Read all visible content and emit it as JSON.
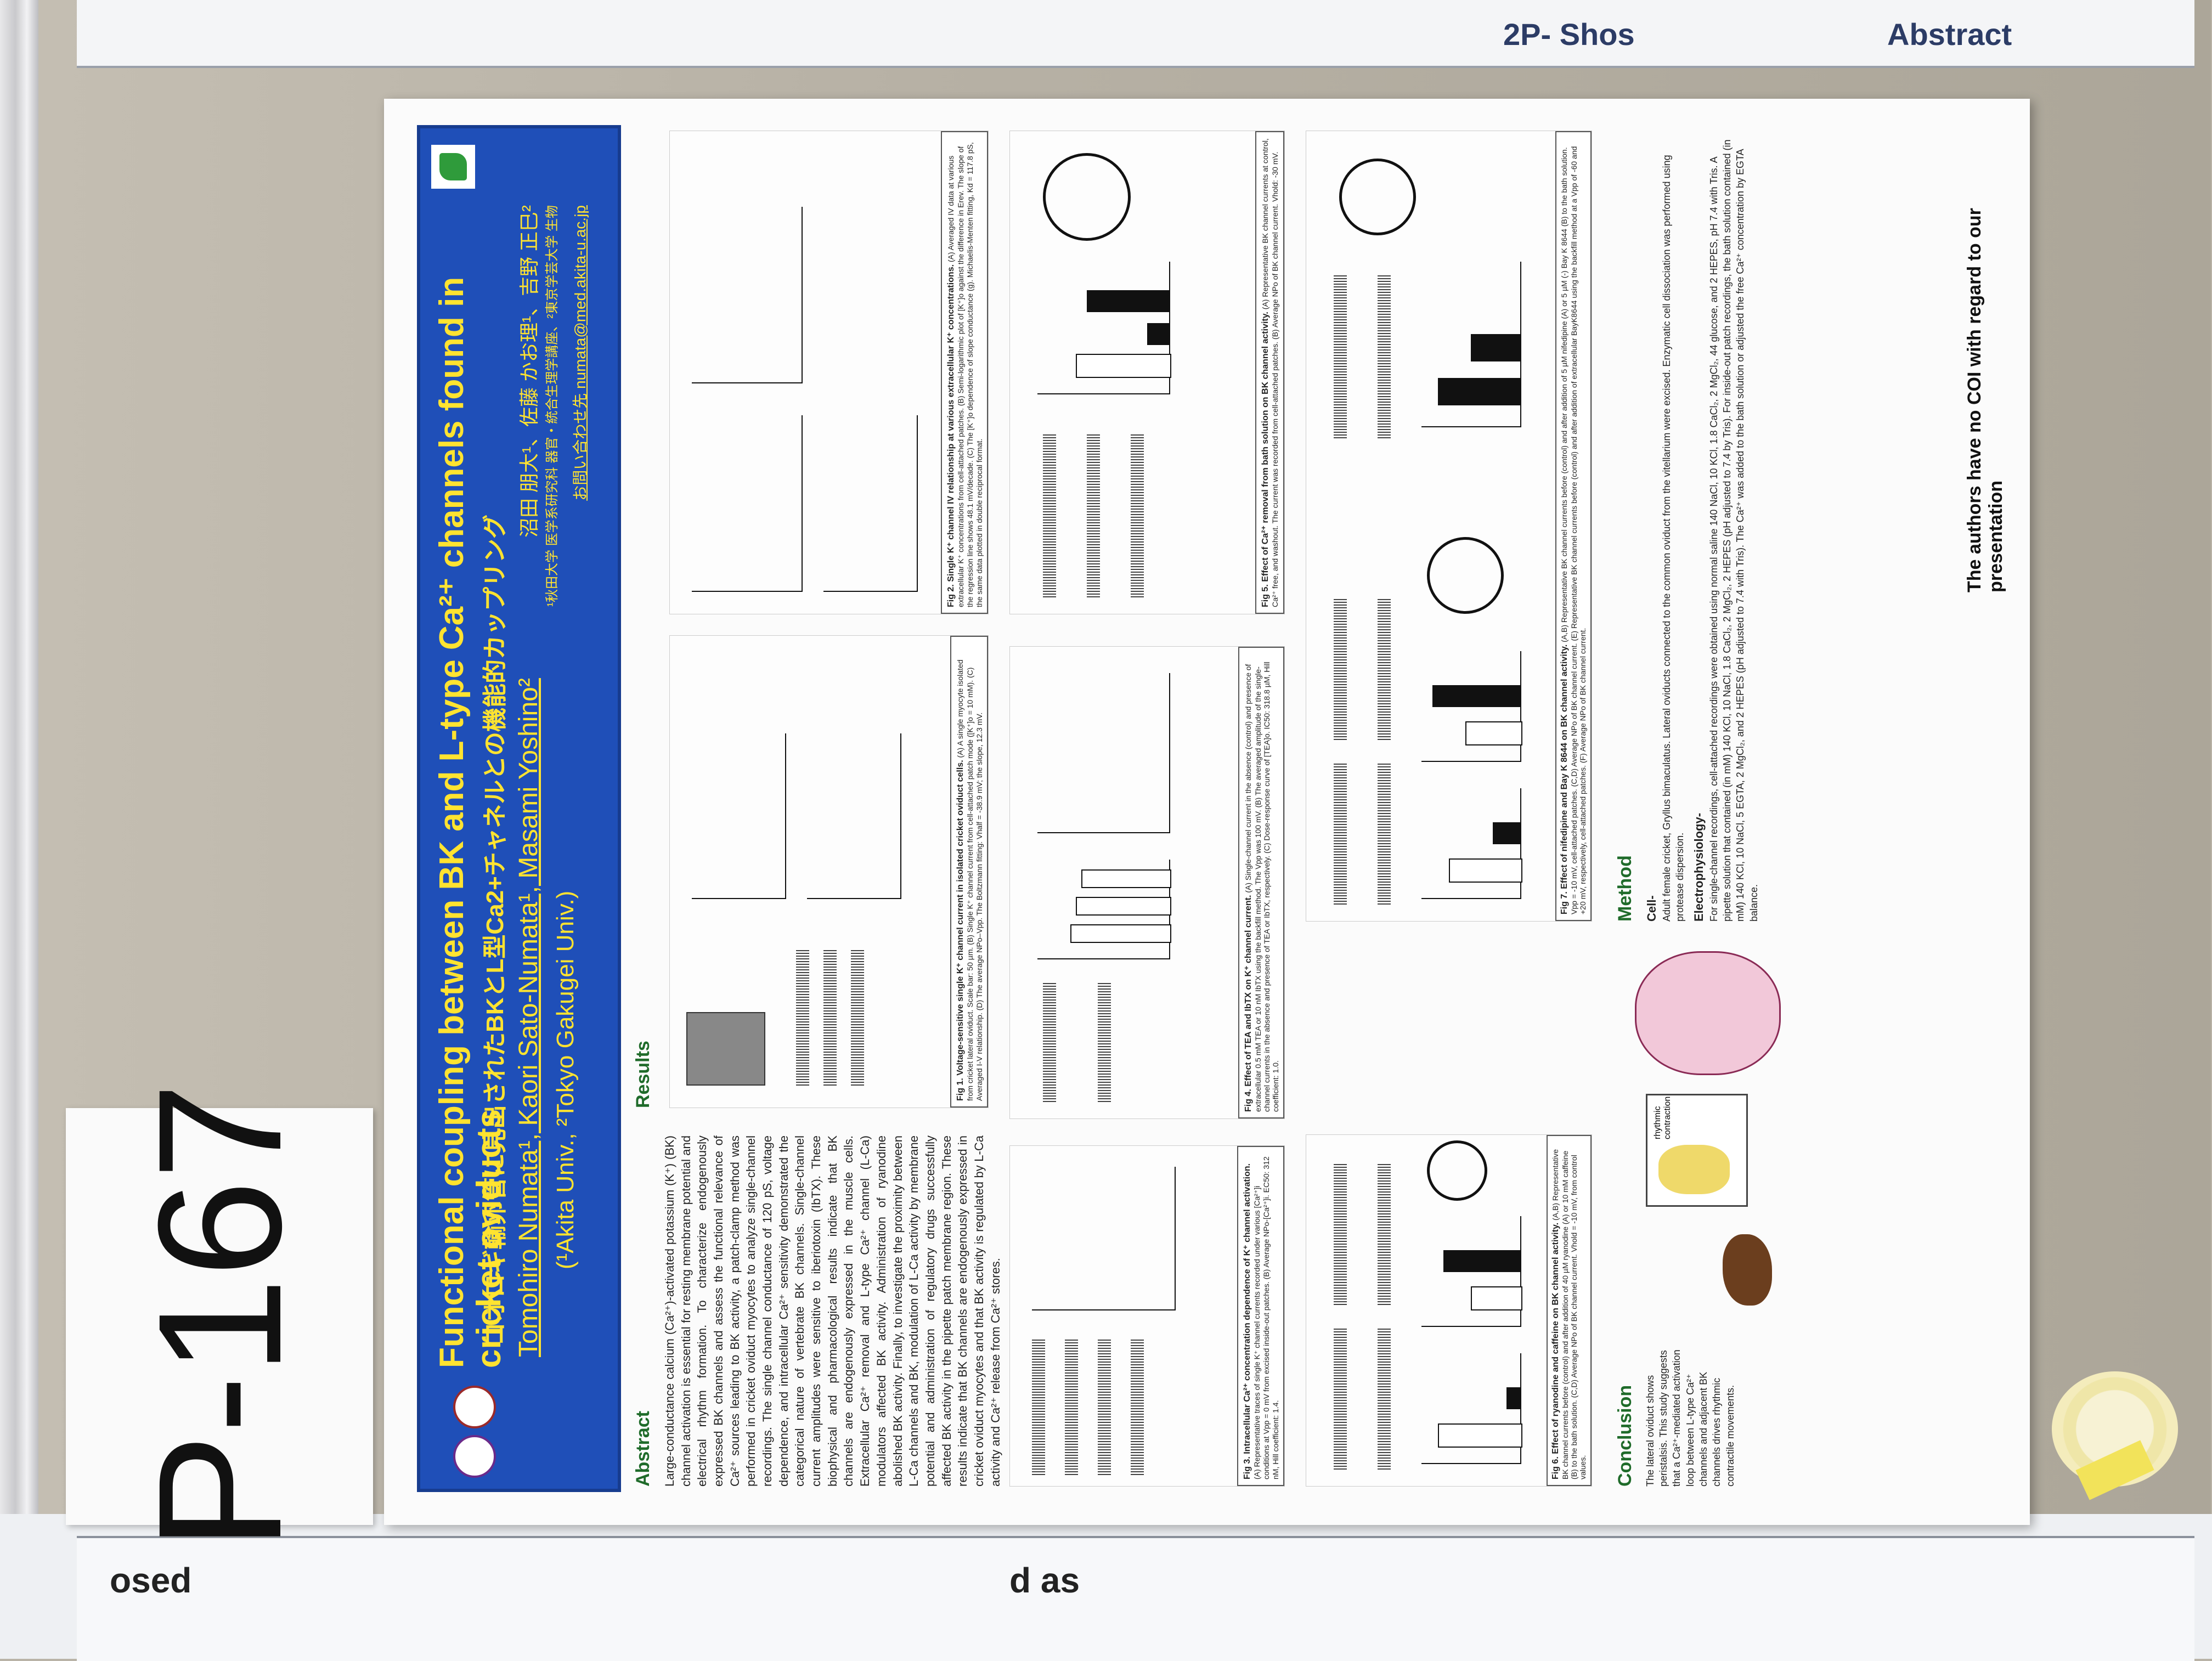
{
  "card": {
    "number": "P-167"
  },
  "poster": {
    "title": "Functional coupling between BK and L-type Ca²⁺ channels found in cricket oviducts",
    "subtitle_jp": "コオロギ輸卵管に見出されたBKとL型Ca2+チャネルとの機能的カップリング",
    "authors": "Tomohiro Numata¹, Kaori Sato-Numata¹, Masami Yoshino²",
    "affiliations": "(¹Akita Univ., ²Tokyo Gakugei Univ.)",
    "authors_jp": "沼田 朋大¹、佐藤 かお理¹、吉野 正巳²",
    "affil_jp": "¹秋田大学 医学系研究科 器官・統合生理学講座、²東京学芸大学 生物",
    "contact": "お問い合わせ先 numata@med.akita-u.ac.jp",
    "abstract_head": "Abstract",
    "abstract_text": "Large-conductance calcium (Ca²⁺)-activated potassium (K⁺) (BK) channel activation is essential for resting membrane potential and electrical rhythm formation. To characterize endogenously expressed BK channels and assess the functional relevance of Ca²⁺ sources leading to BK activity, a patch-clamp method was performed in cricket oviduct myocytes to analyze single-channel recordings. The single channel conductance of 120 pS, voltage dependence, and intracellular Ca²⁺ sensitivity demonstrated the categorical nature of vertebrate BK channels. Single-channel current amplitudes were sensitive to iberiotoxin (IbTX). These biophysical and pharmacological results indicate that BK channels are endogenously expressed in the muscle cells. Extracellular Ca²⁺ removal and L-type Ca²⁺ channel (L-Ca) modulators affected BK activity. Administration of ryanodine abolished BK activity. Finally, to investigate the proximity between L-Ca channels and BK, modulation of L-Ca activity by membrane potential and administration of regulatory drugs successfully affected BK activity in the pipette patch membrane region. These results indicate that BK channels are endogenously expressed in cricket oviduct myocytes and that BK activity is regulated by L-Ca activity and Ca²⁺ release from Ca²⁺ stores.",
    "results_head": "Results",
    "method_head": "Method",
    "conclusion_head": "Conclusion",
    "conclusion_text": "The lateral oviduct shows peristalsis. This study suggests that a Ca²⁺-mediated activation loop between L-type Ca²⁺ channels and adjacent BK channels drives rhythmic contractile movements.",
    "method_cell_label": "Cell-",
    "method_cell_text": "Adult female cricket, Gryllus bimaculatus. Lateral oviducts connected to the common oviduct from the vitellarium were excised. Enzymatic cell dissociation was performed using protease dispersion.",
    "method_electro_label": "Electrophysiology-",
    "method_electro_text": "For single-channel recordings, cell-attached recordings were obtained using normal saline 140 NaCl, 10 KCl, 1.8 CaCl₂, 2 MgCl₂, 44 glucose, and 2 HEPES, pH 7.4 with Tris. A pipette solution that contained (in mM) 140 KCl, 10 NaCl, 1.8 CaCl₂, 2 MgCl₂, 2 HEPES (pH adjusted to 7.4 by Tris). For inside-out patch recordings, the bath solution contained (in mM) 140 KCl, 10 NaCl, 5 EGTA, 2 MgCl₂, and 2 HEPES (pH adjusted to 7.4 with Tris). The Ca²⁺ was added to the bath solution or adjusted the free Ca²⁺ concentration by EGTA balance.",
    "schematic_label": "rhythmic contraction",
    "coi": "The authors have no COI with regard to our presentation",
    "figures": [
      {
        "id": "fig1",
        "title": "Fig 1. Voltage-sensitive single K⁺ channel current in isolated cricket oviduct cells.",
        "text": "(A) A single myocyte isolated from cricket lateral oviduct. Scale bar: 50 µm. (B) Single K⁺ channel current from cell-attached patch mode ([K⁺]o = 10 mM). (C) Averaged I-V relationship. (D) The average NPo–Vpp. The Boltzmann fitting: Vhalf = -38.9 mV; the slope, 12.3 mV."
      },
      {
        "id": "fig2",
        "title": "Fig 2. Single K⁺ channel IV relationship at various extracellular K⁺ concentrations.",
        "text": "(A) Averaged IV data at various extracellular K⁺ concentrations from cell-attached patches. (B) Semi-logarithmic plot of [K⁺]o against the difference in Erev. The slope of the regression line shows 48.1 mV/decade. (C) The [K⁺]o dependence of slope conductance (g). Michaelis-Menten fitting, Kd = 117.8 pS, the same data plotted in double reciprocal format."
      },
      {
        "id": "fig3",
        "title": "Fig 3. Intracellular Ca²⁺ concentration dependence of K⁺ channel activation.",
        "text": "(A) Representative traces of single K⁺ channel currents recorded under various [Ca²⁺]i conditions at Vpp = 0 mV from excised inside-out patches. (B) Average NPo-[Ca²⁺]i. EC50: 312 nM, Hill coefficient: 1.4."
      },
      {
        "id": "fig4",
        "title": "Fig 4. Effect of TEA and IbTX on K⁺ channel current.",
        "text": "(A) Single-channel current in the absence (control) and presence of extracellular 0.5 mM TEA or 10 nM IbTX using the backfill method. The Vpp was 100 mV. (B) The averaged amplitude of the single-channel currents in the absence and presence of TEA or IbTX, respectively. (C) Dose-response curve of [TEA]o. IC50: 318.8 µM, Hill coefficient: 1.0."
      },
      {
        "id": "fig5",
        "title": "Fig 5. Effect of Ca²⁺ removal from bath solution on BK channel activity.",
        "text": "(A) Representative BK channel currents at control, Ca²⁺ free, and washout. The current was recorded from cell-attached patches. (B) Average NPo of BK channel current. Vhold: -30 mV."
      },
      {
        "id": "fig6",
        "title": "Fig 6. Effect of ryanodine and caffeine on BK channel activity.",
        "text": "(A,B) Representative BK channel currents before (control) and after addition of 40 µM ryanodine (A) or 10 mM caffeine (B) to the bath solution. (C,D) Average NPo of BK channel current. Vhold = -10 mV, from control values."
      },
      {
        "id": "fig7",
        "title": "Fig 7. Effect of nifedipine and Bay K 8644 on BK channel activity.",
        "text": "(A,B) Representative BK channel currents before (control) and after addition of 5 µM nifedipine (A) or 5 µM (-) Bay K 8644 (B) to the bath solution. Vpp = -10 mV, cell-attached patches. (C,D) Average NPo of BK channel current. (E) Representative BK channel currents before (control) and after addition of extracellular BayK8644 using the backfill method at a Vpp of -60 and +20 mV, respectively, cell-attached patches. (F) Average NPo of BK channel current."
      }
    ]
  },
  "neighbors": {
    "top_right": "2P- Shos",
    "top_mid": "Abstract",
    "bottom_left": "osed",
    "bottom_mid": "d as"
  }
}
